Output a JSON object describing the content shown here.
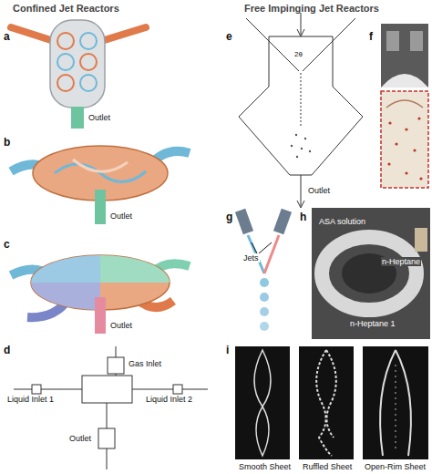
{
  "diagram": {
    "labels": [
      "Confined Jet Reactors",
      "Free Impinging Jet Reactors",
      "a",
      "Outlet",
      "b",
      "Outlet",
      "c",
      "Outlet",
      "d",
      "Gas Inlet",
      "Liquid Inlet 1",
      "Liquid Inlet 2",
      "Outlet",
      "e",
      "2θ",
      "Outlet",
      "f",
      "g",
      "Jets",
      "h",
      "ASA solution",
      "n-Heptane",
      "n-Heptane 1",
      "i",
      "Smooth Sheet",
      "Ruffled Sheet",
      "Open-Rim Sheet"
    ]
  }
}
